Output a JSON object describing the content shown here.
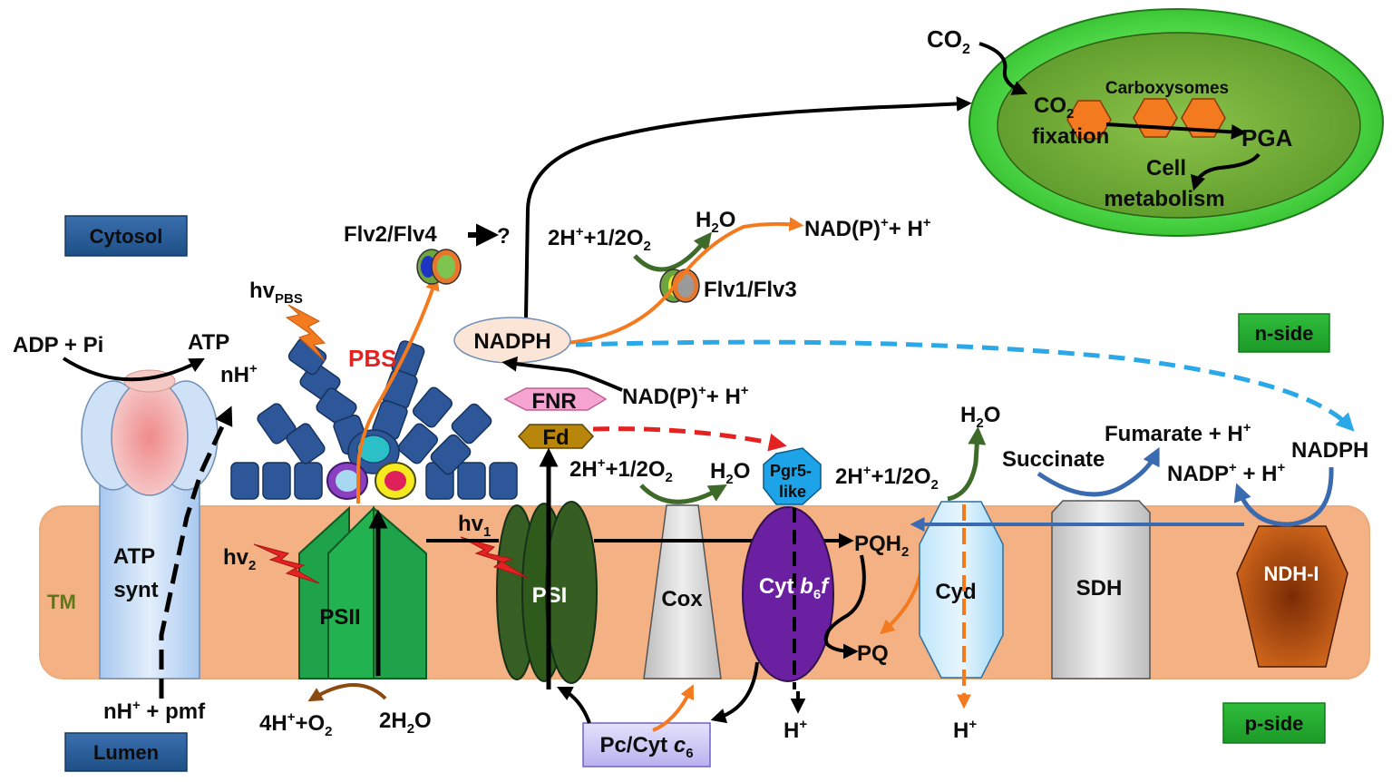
{
  "regions": {
    "cytosol": "Cytosol",
    "lumen": "Lumen",
    "n_side": "n-side",
    "p_side": "p-side",
    "tm": "TM"
  },
  "complexes": {
    "atp_synt_1": "ATP",
    "atp_synt_2": "synt",
    "psii": "PSII",
    "psi": "PSI",
    "cox": "Cox",
    "cytb6f_pre": "Cyt ",
    "cytb6f_b": "b",
    "cytb6f_sub": "6",
    "cytb6f_f": "f",
    "cyd": "Cyd",
    "sdh": "SDH",
    "ndh": "NDH-I",
    "pbs": "PBS",
    "fnr": "FNR",
    "fd": "Fd",
    "pgr5_1": "Pgr5-",
    "pgr5_2": "like",
    "nadph_node": "NADPH",
    "pc_cyt_pre": "Pc/Cyt ",
    "pc_cyt_c": "c",
    "pc_cyt_sub": "6"
  },
  "labels": {
    "adp_pi": "ADP + Pi",
    "atp": "ATP",
    "nh_plus": "nH",
    "nh_pmf": "nH",
    "nh_pmf_tail": " + pmf",
    "flv24": "Flv2/Flv4",
    "flv24_q": "?",
    "flv13": "Flv1/Flv3",
    "hv_pbs": "hv",
    "hv_pbs_sub": "PBS",
    "hv2": "hv",
    "hv2_sub": "2",
    "hv1": "hv",
    "hv1_sub": "1",
    "water_split_left_a": "4H",
    "water_split_left_b": "+O",
    "water_split_left_sub": "2",
    "water_split_right_a": "2H",
    "water_split_right_sub": "2",
    "water_split_right_b": "O",
    "flv_o2_a": "2H",
    "flv_o2_b": "+1/2O",
    "flv_o2_sub": "2",
    "flv_h2o_a": "H",
    "flv_h2o_sub": "2",
    "flv_h2o_b": "O",
    "nadp_top": "NAD(P)",
    "nadp_top_tail": "+ H",
    "nadp_fnr": "NAD(P)",
    "nadp_fnr_tail": "+ H",
    "cox_o2_a": "2H",
    "cox_o2_b": "+1/2O",
    "cox_o2_sub": "2",
    "cox_h2o_a": "H",
    "cox_h2o_sub": "2",
    "cox_h2o_b": "O",
    "cyd_o2_a": "2H",
    "cyd_o2_b": "+1/2O",
    "cyd_o2_sub": "2",
    "cyd_h2o_a": "H",
    "cyd_h2o_sub": "2",
    "cyd_h2o_b": "O",
    "pqh2": "PQH",
    "pqh2_sub": "2",
    "pq": "PQ",
    "h_plus_b6f": "H",
    "h_plus_cyd": "H",
    "succinate": "Succinate",
    "fumarate": "Fumarate + H",
    "nadp_ndh": "NADP",
    "nadp_ndh_tail": " + H",
    "nadph_ndh": "NADPH",
    "co2_out": "CO",
    "co2_out_sub": "2",
    "co2_fix": "CO",
    "co2_fix_sub": "2",
    "fixation": "fixation",
    "carboxysomes": "Carboxysomes",
    "pga": "PGA",
    "cell": "Cell",
    "metabolism": "metabolism",
    "plus": "+"
  }
}
